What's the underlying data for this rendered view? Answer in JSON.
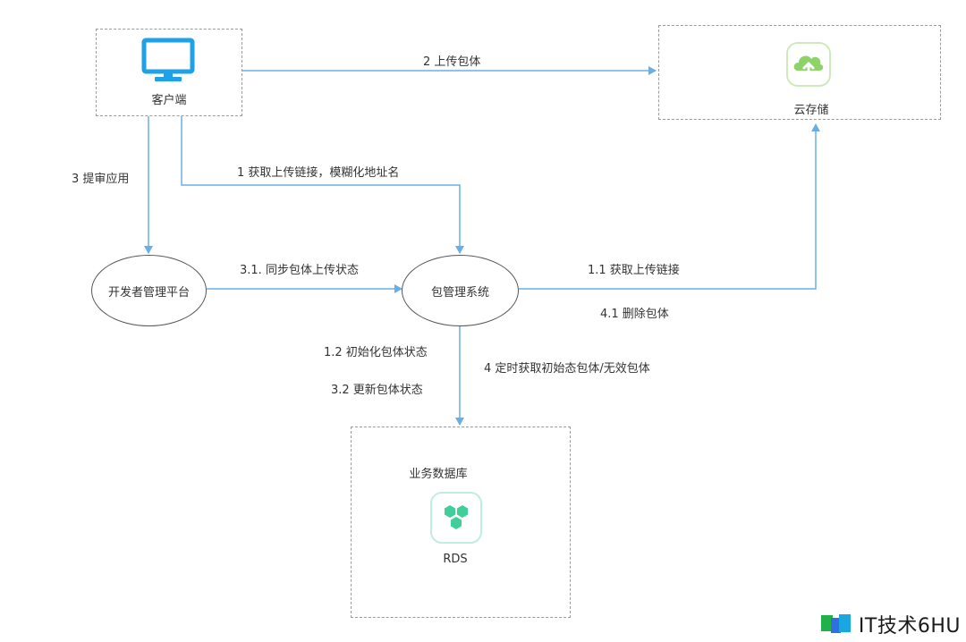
{
  "nodes": {
    "client": {
      "label": "客户端"
    },
    "cloud_storage": {
      "label": "云存储"
    },
    "dev_platform": {
      "label": "开发者管理平台"
    },
    "pkg_system": {
      "label": "包管理系统"
    },
    "business_db": {
      "label": "业务数据库",
      "sublabel": "RDS"
    }
  },
  "edges": {
    "upload_package": "2 上传包体",
    "submit_app": "3 提审应用",
    "get_upload_link_blur": "1 获取上传链接，模糊化地址名",
    "sync_upload_status": "3.1. 同步包体上传状态",
    "get_upload_link": "1.1 获取上传链接",
    "delete_package": "4.1 删除包体",
    "init_status": "1.2 初始化包体状态",
    "update_status": "3.2 更新包体状态",
    "timed_fetch": "4 定时获取初始态包体/无效包体"
  },
  "watermark": {
    "text": "IT技术6HU"
  },
  "colors": {
    "arrow": "#6aaee6",
    "monitor": "#1ea1e8",
    "cloud_icon": "#8ed36a",
    "rds_icon": "#3ecf9a"
  },
  "icons": {
    "client": "monitor-icon",
    "cloud_storage": "cloud-upload-icon",
    "business_db": "rds-hexagon-icon",
    "watermark": "brand-logo-icon"
  }
}
